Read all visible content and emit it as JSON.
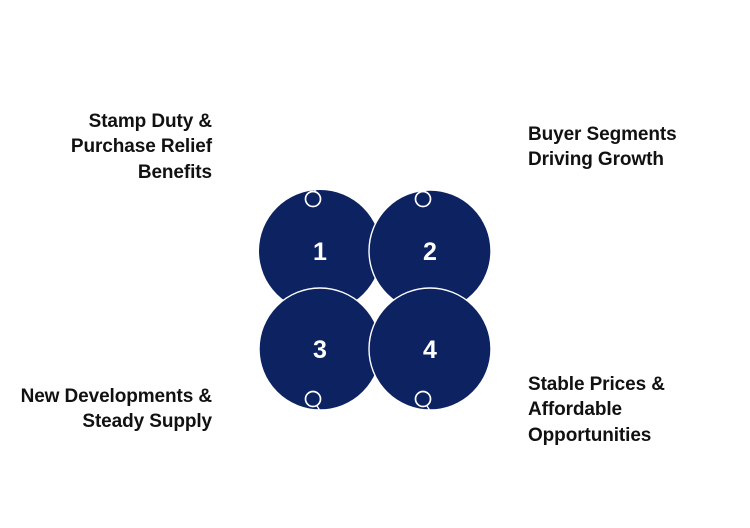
{
  "diagram": {
    "type": "four-circle-venn-cluster",
    "accent_color": "#0d2260",
    "outline_color": "#ffffff",
    "background_color": "#ffffff",
    "text_color": "#111111",
    "petals": [
      {
        "number": "1",
        "label": "Stamp Duty &\nPurchase Relief\nBenefits",
        "position": "top-left",
        "label_align": "right",
        "marker": "pin-circle-icon"
      },
      {
        "number": "2",
        "label": "Buyer Segments\nDriving Growth",
        "position": "top-right",
        "label_align": "left",
        "marker": "pin-circle-icon"
      },
      {
        "number": "3",
        "label": "New Developments &\nSteady Supply",
        "position": "bottom-left",
        "label_align": "right",
        "marker": "pin-circle-icon"
      },
      {
        "number": "4",
        "label": "Stable Prices &\nAffordable\nOpportunities",
        "position": "bottom-right",
        "label_align": "left",
        "marker": "pin-circle-icon"
      }
    ]
  }
}
